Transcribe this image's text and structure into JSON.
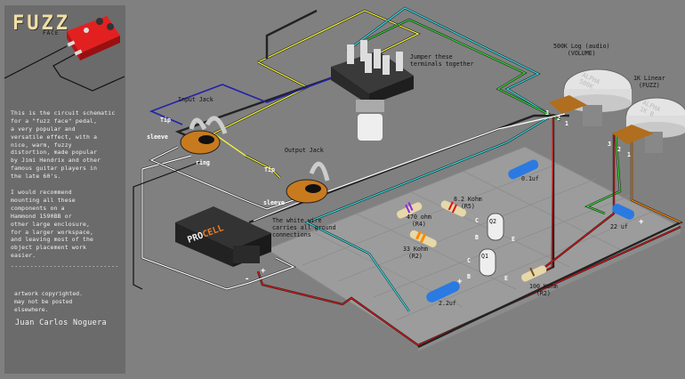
{
  "sidebar": {
    "logo_title": "FUZZ",
    "logo_subtitle": "FACE",
    "description_1": "This is the circuit schematic\nfor a \"fuzz face\" pedal,\na very popular and\nversatile effect, with a\nnice, warm, fuzzy\ndistortion, made popular\nby Jimi Hendrix and other\nfamous guitar players in\nthe late 60's.",
    "description_2": "I would recommend\nmounting all these\ncomponents on a\nHammond 1590BB or\nother large enclosure,\nfor a larger workspace,\nand leaving most of the\nobject placement work\neasier.",
    "divider": "--------------------------------",
    "copyright": "artwork copyrighted.\nmay not be posted\nelsewhere.",
    "author": "Juan Carlos Noguera"
  },
  "components": {
    "input_jack": {
      "label": "Input Jack",
      "tip": "Tip",
      "sleeve": "sleeve",
      "ring": "ring"
    },
    "output_jack": {
      "label": "Output Jack",
      "tip": "Tip",
      "sleeve": "sleeve"
    },
    "switch_note": "Jumper these\nterminals together",
    "ground_note": "The white wire\ncarries all ground\nconnections",
    "battery": {
      "brand_a": "PRO",
      "brand_b": "CELL",
      "minus": "-",
      "plus": "+"
    },
    "pot_volume": {
      "label": "500K Log (audio)\n(VOLUME)",
      "face_a": "ALPHA",
      "face_b": "500K",
      "pins": [
        "3",
        "2",
        "1"
      ]
    },
    "pot_fuzz": {
      "label": "1K Linear\n(FUZZ)",
      "face_a": "ALPHA",
      "face_b": "1K B",
      "pins": [
        "3",
        "2",
        "1"
      ]
    },
    "r4": "470 ohm\n(R4)",
    "r5": "8.2 Kohm\n(R5)",
    "r2a": "33 Kohm\n(R2)",
    "r2b": "100 Kohm\n(R2)",
    "c_01": "0.1uf",
    "c_22": "22 uf",
    "c_22_plus": "+",
    "c_2u2": "2.2uf",
    "c_2u2_plus": "+",
    "q1": "Q1",
    "q2": "Q2",
    "q1_pins": {
      "c": "C",
      "b": "B",
      "e": "E"
    },
    "q2_pins": {
      "c": "C",
      "b": "B",
      "e": "E"
    }
  },
  "colors": {
    "background": "#808080",
    "panel": "#6b6b6b",
    "board": "#9c9c9c",
    "wire_yellow": "#ffff33",
    "wire_cyan": "#33e0e8",
    "wire_green": "#33dd33",
    "wire_blue": "#2222aa",
    "wire_red": "#dd1111",
    "wire_orange": "#ff8800",
    "wire_white": "#ffffff"
  }
}
